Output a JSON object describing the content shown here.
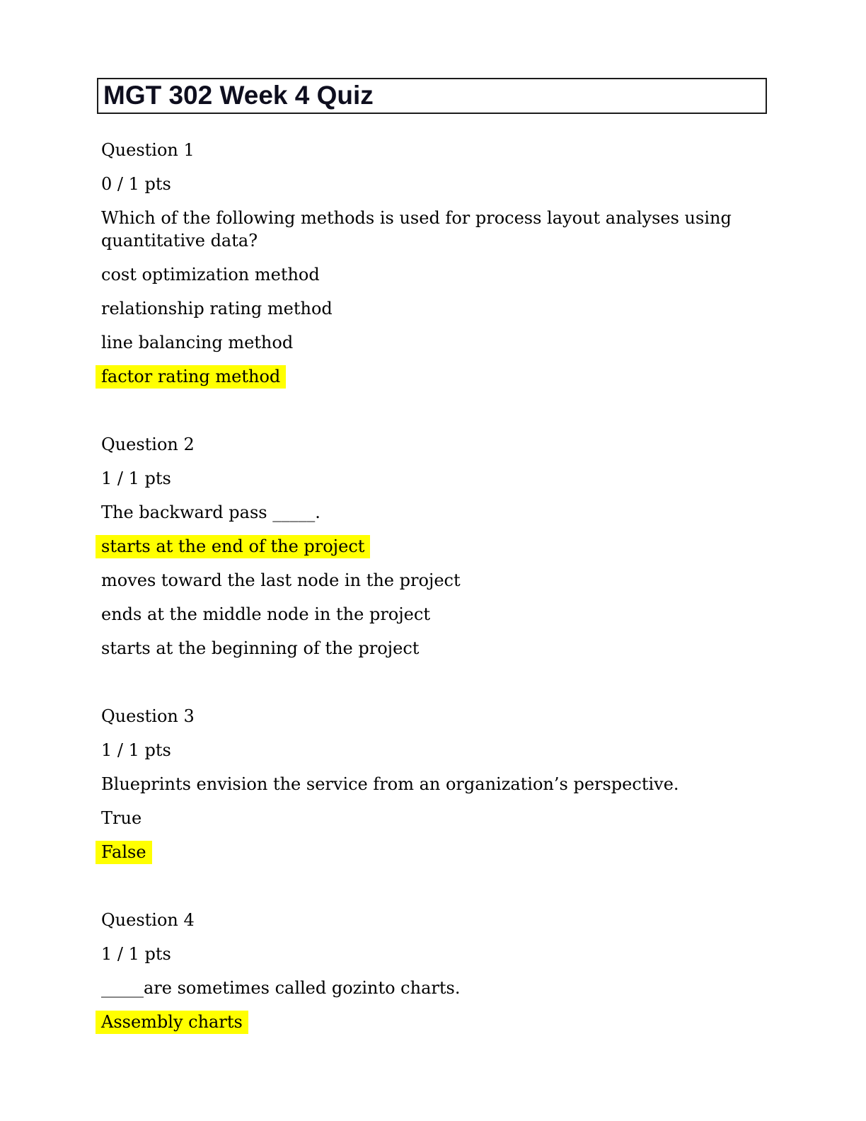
{
  "page_title": "MGT 302 Week 4 Quiz",
  "colors": {
    "highlight": "#ffff00",
    "title_text": "#0e0e1e"
  },
  "questions": [
    {
      "label": "Question 1",
      "points": "0 / 1 pts",
      "stem": "Which of the following methods is used for process layout analyses using quantitative data?",
      "options": [
        {
          "text": "cost optimization method",
          "highlighted": false
        },
        {
          "text": "relationship rating method",
          "highlighted": false
        },
        {
          "text": "line balancing method",
          "highlighted": false
        },
        {
          "text": "factor rating method",
          "highlighted": true
        }
      ]
    },
    {
      "label": "Question 2",
      "points": "1 / 1 pts",
      "stem": "The backward pass _____.",
      "options": [
        {
          "text": "starts at the end of the project",
          "highlighted": true
        },
        {
          "text": "moves toward the last node in the project",
          "highlighted": false
        },
        {
          "text": "ends at the middle node in the project",
          "highlighted": false
        },
        {
          "text": "starts at the beginning of the project",
          "highlighted": false
        }
      ]
    },
    {
      "label": "Question 3",
      "points": "1 / 1 pts",
      "stem": "Blueprints envision the service from an organization’s perspective.",
      "options": [
        {
          "text": "True",
          "highlighted": false
        },
        {
          "text": "False",
          "highlighted": true
        }
      ]
    },
    {
      "label": "Question 4",
      "points": "1 / 1 pts",
      "stem": "_____are sometimes called gozinto charts.",
      "options": [
        {
          "text": "Assembly charts",
          "highlighted": true
        }
      ]
    }
  ]
}
